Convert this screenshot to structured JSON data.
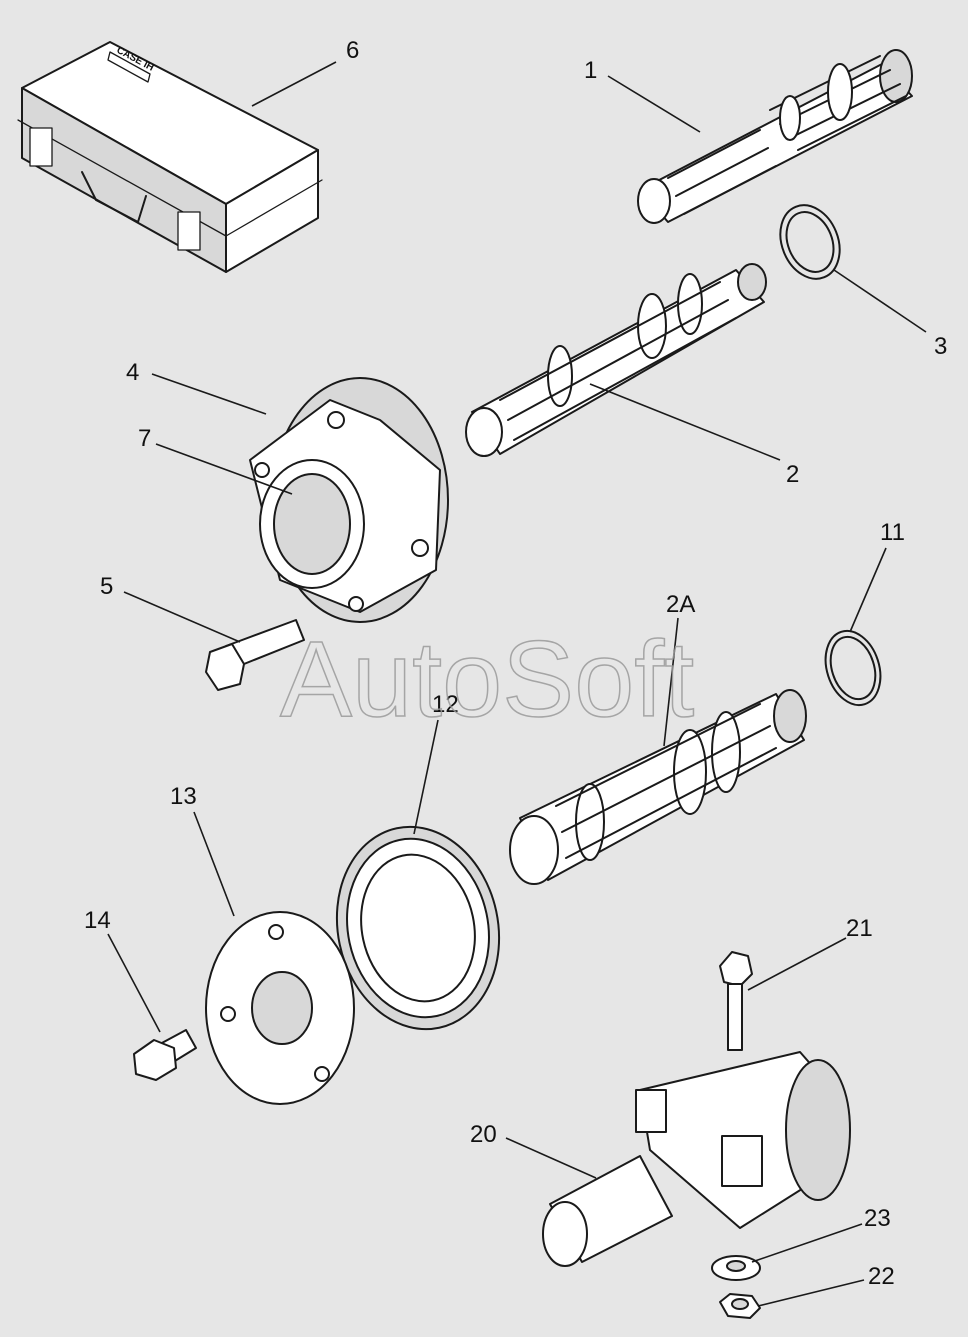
{
  "watermark": "AutoSoft",
  "case_logo_text": "CASE IH",
  "callouts": {
    "c1": "1",
    "c2": "2",
    "c2a": "2A",
    "c3": "3",
    "c4": "4",
    "c5": "5",
    "c6": "6",
    "c7": "7",
    "c11": "11",
    "c12": "12",
    "c13": "13",
    "c14": "14",
    "c20": "20",
    "c21": "21",
    "c22": "22",
    "c23": "23"
  },
  "colors": {
    "background": "#e6e6e6",
    "line": "#1a1a1a",
    "part_fill": "#ffffff"
  }
}
